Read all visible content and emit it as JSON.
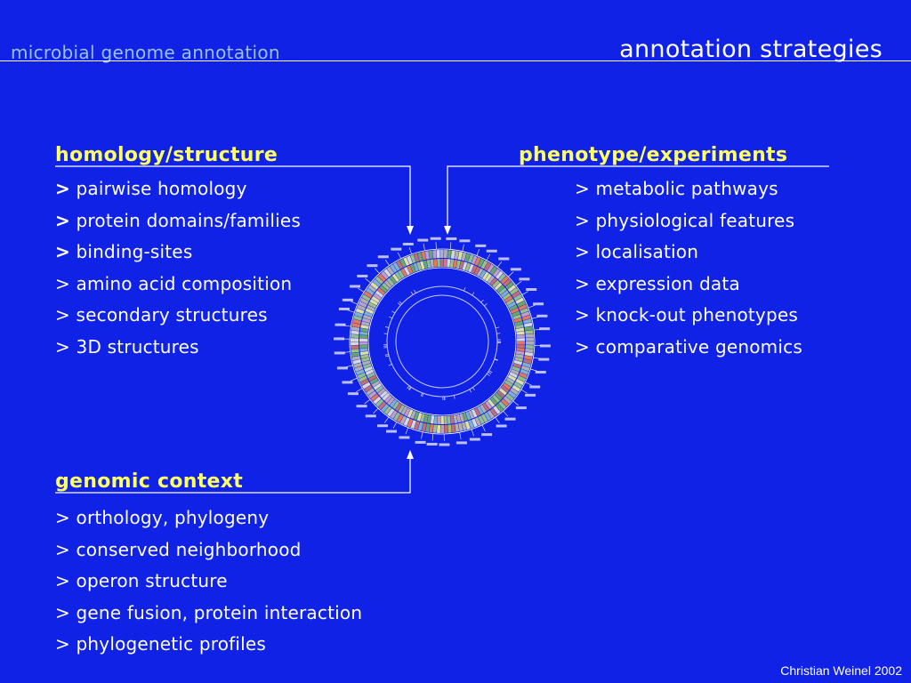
{
  "header": {
    "left_title": "microbial genome annotation",
    "right_title": "annotation strategies"
  },
  "sections": {
    "homology": {
      "title": "homology/structure",
      "items": [
        {
          "marker": ">",
          "marker_bold": true,
          "text": "pairwise homology"
        },
        {
          "marker": ">",
          "marker_bold": true,
          "text": "protein domains/families"
        },
        {
          "marker": ">",
          "marker_bold": true,
          "text": "binding-sites"
        },
        {
          "marker": ">",
          "marker_bold": false,
          "text": "amino acid composition"
        },
        {
          "marker": ">",
          "marker_bold": false,
          "text": "secondary structures"
        },
        {
          "marker": ">",
          "marker_bold": false,
          "text": "3D structures"
        }
      ]
    },
    "phenotype": {
      "title": "phenotype/experiments",
      "items": [
        {
          "marker": ">",
          "marker_bold": false,
          "text": "metabolic pathways"
        },
        {
          "marker": ">",
          "marker_bold": false,
          "text": "physiological features"
        },
        {
          "marker": ">",
          "marker_bold": false,
          "text": "localisation"
        },
        {
          "marker": ">",
          "marker_bold": false,
          "text": "expression data"
        },
        {
          "marker": ">",
          "marker_bold": false,
          "text": "knock-out phenotypes"
        },
        {
          "marker": ">",
          "marker_bold": false,
          "text": "comparative genomics"
        }
      ]
    },
    "genomic": {
      "title": "genomic context",
      "items": [
        {
          "marker": ">",
          "marker_bold": false,
          "text": "orthology, phylogeny"
        },
        {
          "marker": ">",
          "marker_bold": false,
          "text": "conserved neighborhood"
        },
        {
          "marker": ">",
          "marker_bold": false,
          "text": "operon structure"
        },
        {
          "marker": ">",
          "marker_bold": false,
          "text": "gene fusion, protein interaction"
        },
        {
          "marker": ">",
          "marker_bold": false,
          "text": "phylogenetic profiles"
        }
      ]
    }
  },
  "figure": {
    "icon": "circular-genome-map-icon"
  },
  "footer": {
    "credit": "Christian Weinel 2002"
  },
  "colors": {
    "background": "#0f22e6",
    "section_title": "#ffff66",
    "header_left": "#9fc0ff",
    "text": "#ffffff"
  }
}
